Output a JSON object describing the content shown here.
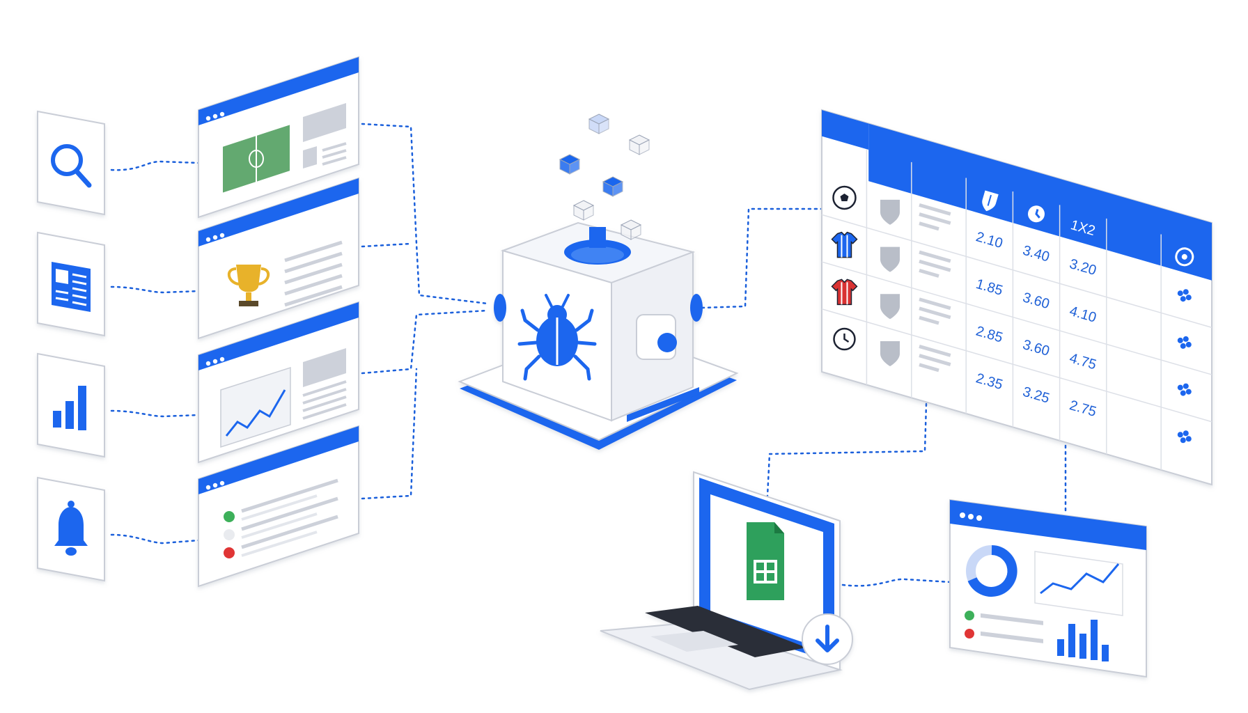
{
  "colors": {
    "blue": "#1a66ee",
    "dark_blue": "#1552c4",
    "outline": "#c9cdd6",
    "panel": "#ffffff",
    "pale": "#f1f3f7",
    "grey_bar": "#cdd1da",
    "pitch_green": "#63a96f",
    "sheets_green": "#2ea05b",
    "status_green": "#3cb05a",
    "status_red": "#e03636",
    "shirt_red": "#d93333",
    "gold": "#e8b22a"
  },
  "source_icons": [
    "search-icon",
    "news-icon",
    "bar-chart-icon",
    "bell-icon"
  ],
  "source_pages": [
    "football-pitch-page",
    "trophy-page",
    "line-chart-page",
    "status-list-page"
  ],
  "odds_table": {
    "header_icons": [
      "shield-icon",
      "clock-icon",
      "target-icon"
    ],
    "header_label": "1X2",
    "row_icons": [
      "soccer-ball-icon",
      "blue-shirt-icon",
      "red-shirt-icon",
      "clock-icon"
    ],
    "rows": [
      [
        "2.10",
        "3.40",
        "3.20"
      ],
      [
        "1.85",
        "3.60",
        "4.10"
      ],
      [
        "2.85",
        "3.60",
        "4.75"
      ],
      [
        "2.35",
        "3.25",
        "2.75"
      ]
    ]
  },
  "scraper_icon": "bug-icon",
  "export_icons": [
    "spreadsheet-icon",
    "download-icon",
    "donut-chart-icon",
    "line-chart-icon",
    "bar-chart-icon"
  ]
}
